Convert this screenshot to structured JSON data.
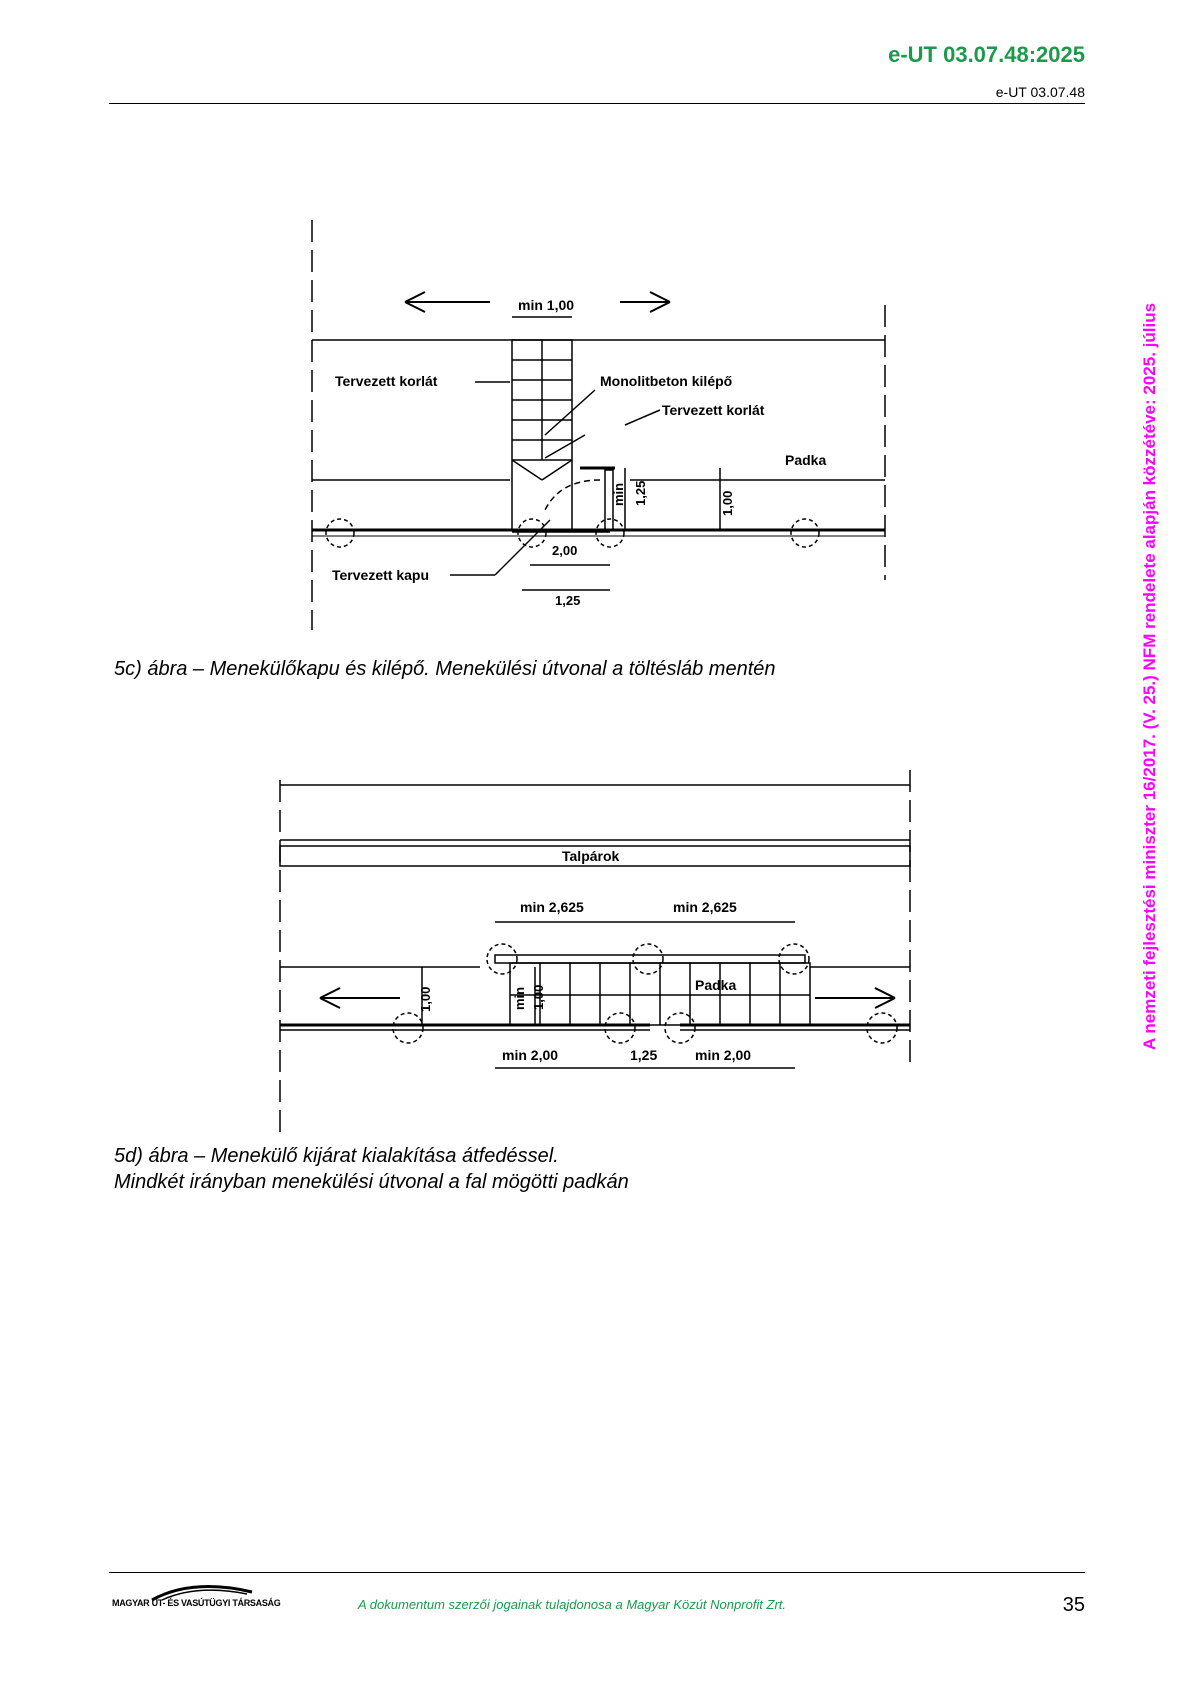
{
  "header": {
    "code": "e-UT 03.07.48:2025",
    "subcode": "e-UT 03.07.48"
  },
  "side_note": "A nemzeti fejlesztési miniszter 16/2017. (V. 25.) NFM rendelete alapján közzétéve: 2025. július",
  "figure_5c": {
    "labels": {
      "min_width": "min 1,00",
      "planned_barrier_left": "Tervezett korlát",
      "monolith_step": "Monolitbeton kilépő",
      "planned_barrier_right": "Tervezett korlát",
      "min_label": "min",
      "height_125": "1,25",
      "height_100": "1,00",
      "berm": "Padka",
      "width_200": "2,00",
      "planned_gate": "Tervezett kapu",
      "width_125": "1,25"
    },
    "caption": "5c) ábra – Menekülőkapu és kilépő. Menekülési útvonal a töltésláb mentén"
  },
  "figure_5d": {
    "labels": {
      "footings": "Talpárok",
      "min_2625_left": "min 2,625",
      "min_2625_right": "min 2,625",
      "height_100": "1,00",
      "min_label": "min",
      "height_min_100": "1,00",
      "berm": "Padka",
      "min_200_left": "min 2,00",
      "gap_125": "1,25",
      "min_200_right": "min 2,00"
    },
    "caption_line1": "5d) ábra – Menekülő kijárat kialakítása átfedéssel.",
    "caption_line2": "Mindkét irányban menekülési útvonal a fal mögötti padkán"
  },
  "footer": {
    "logo_text": "MAGYAR ÚT- ÉS VASÚTÜGYI TÁRSASÁG",
    "copyright": "A dokumentum szerzői jogainak tulajdonosa a Magyar Közút Nonprofit Zrt.",
    "page_number": "35"
  },
  "colors": {
    "header_green": "#1a9a4a",
    "side_note_magenta": "#ff00ff"
  }
}
